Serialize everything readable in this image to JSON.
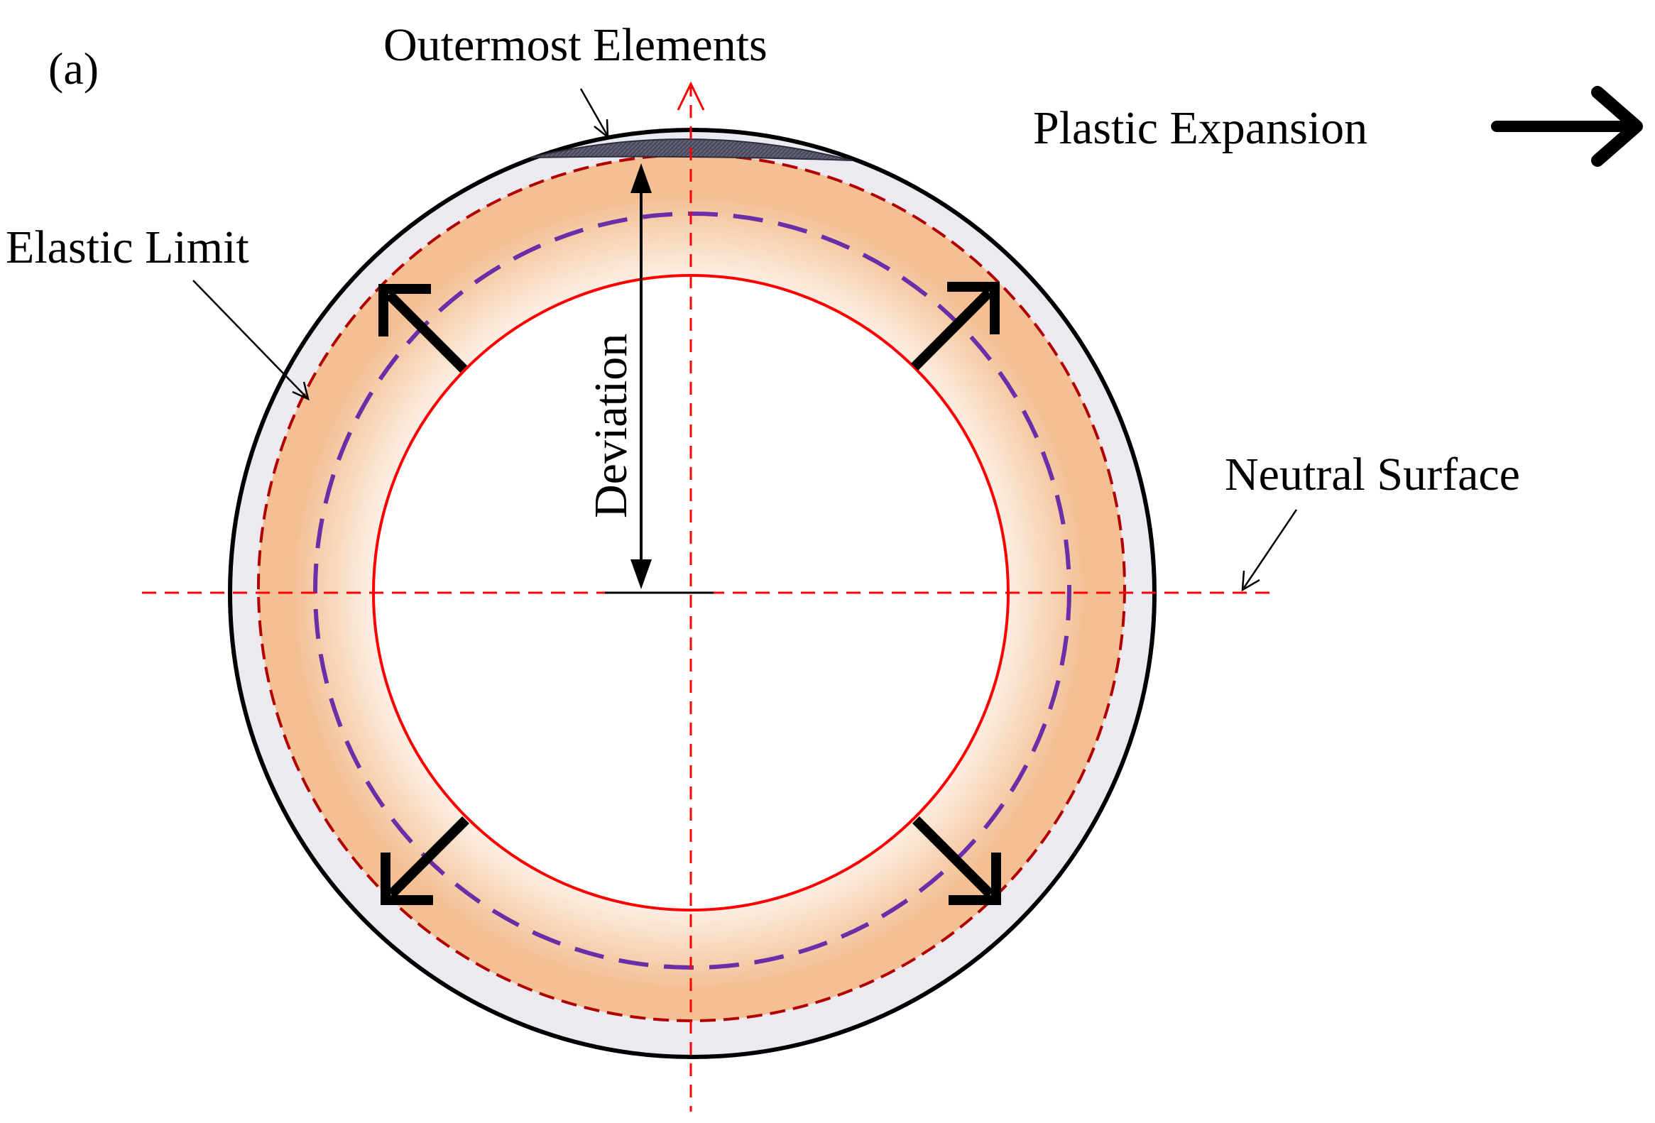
{
  "panel_label": "(a)",
  "labels": {
    "outermost_elements": "Outermost Elements",
    "plastic_expansion": "Plastic Expansion",
    "elastic_limit": "Elastic Limit",
    "deviation": "Deviation",
    "neutral_surface": "Neutral Surface"
  },
  "colors": {
    "outer_ring_fill": "#ece9f1",
    "outer_ring_stroke": "#000000",
    "annulus_gradient_inner": "#fdf3ea",
    "annulus_gradient_outer": "#f3bf93",
    "elastic_limit_circle": "#b00000",
    "purple_dashed_circle": "#6a2ea8",
    "inner_circle": "#ff0000",
    "axis_lines": "#ff0000",
    "outermost_elements_fill": "#4a4a5c",
    "arrows": "#000000"
  }
}
